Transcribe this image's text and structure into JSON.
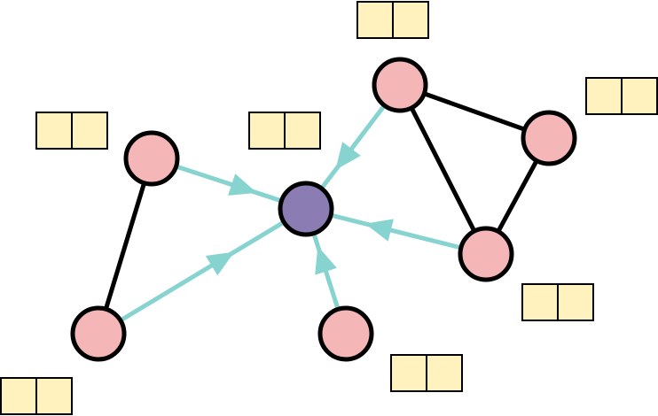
{
  "colors": {
    "node_fill": "#f4b6b6",
    "center_fill": "#8b7db3",
    "stroke": "#000000",
    "arrow": "#86d3cf",
    "box_fill": "#fff2bf"
  },
  "nodes": [
    {
      "id": "center",
      "role": "target"
    },
    {
      "id": "top-left-node",
      "role": "source"
    },
    {
      "id": "bottom-left-node",
      "role": "source"
    },
    {
      "id": "top-right-node",
      "role": "source"
    },
    {
      "id": "far-right-node",
      "role": "neighbor"
    },
    {
      "id": "right-node",
      "role": "source"
    },
    {
      "id": "bottom-node",
      "role": "source"
    }
  ],
  "edges": [
    {
      "from": "top-left-node",
      "to": "center",
      "kind": "message"
    },
    {
      "from": "bottom-left-node",
      "to": "center",
      "kind": "message"
    },
    {
      "from": "top-right-node",
      "to": "center",
      "kind": "message"
    },
    {
      "from": "right-node",
      "to": "center",
      "kind": "message"
    },
    {
      "from": "bottom-node",
      "to": "center",
      "kind": "message"
    },
    {
      "from": "top-left-node",
      "to": "bottom-left-node",
      "kind": "link"
    },
    {
      "from": "top-right-node",
      "to": "far-right-node",
      "kind": "link"
    },
    {
      "from": "top-right-node",
      "to": "right-node",
      "kind": "link"
    },
    {
      "from": "far-right-node",
      "to": "right-node",
      "kind": "link"
    }
  ],
  "feature_boxes": [
    {
      "id": "top-right-node-features",
      "cells": 2
    },
    {
      "id": "far-right-node-features",
      "cells": 2
    },
    {
      "id": "top-left-node-features",
      "cells": 2
    },
    {
      "id": "center-features",
      "cells": 2
    },
    {
      "id": "right-node-features",
      "cells": 2
    },
    {
      "id": "bottom-node-features",
      "cells": 2
    },
    {
      "id": "bottom-left-node-features",
      "cells": 2
    }
  ]
}
